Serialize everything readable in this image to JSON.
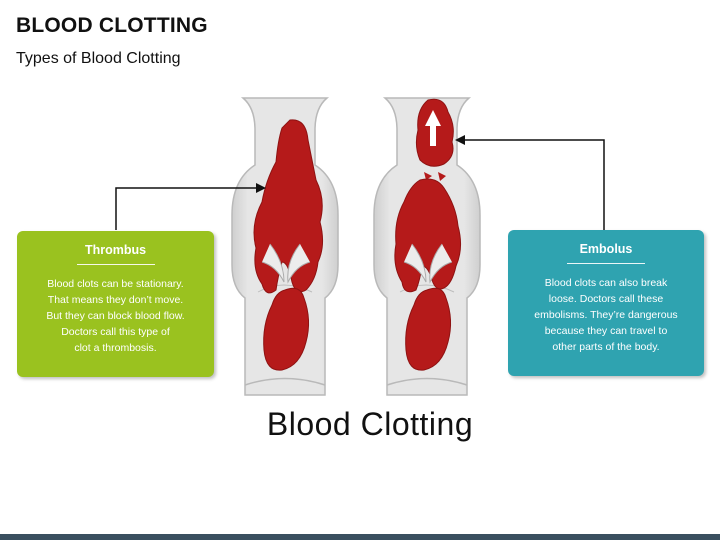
{
  "header": {
    "title": "BLOOD CLOTTING",
    "subtitle": "Types of Blood Clotting"
  },
  "cards": {
    "thrombus": {
      "title": "Thrombus",
      "body": "Blood clots can be stationary.\nThat means they don’t move.\nBut they can block blood flow.\nDoctors call this type of\nclot a thrombosis.",
      "color": "#9ac21f"
    },
    "embolus": {
      "title": "Embolus",
      "body": "Blood clots can also break\nloose. Doctors call these\nembolisms. They’re dangerous\nbecause they can travel to\nother parts of the body.",
      "color": "#2fa3b0"
    }
  },
  "caption": "Blood Clotting",
  "colors": {
    "vessel": "#e1e1e1",
    "vessel_outline": "#b9b9b9",
    "clot": "#b51a1a",
    "clot_dark": "#8e1212",
    "bottom_bar": "#3a4f5f"
  }
}
